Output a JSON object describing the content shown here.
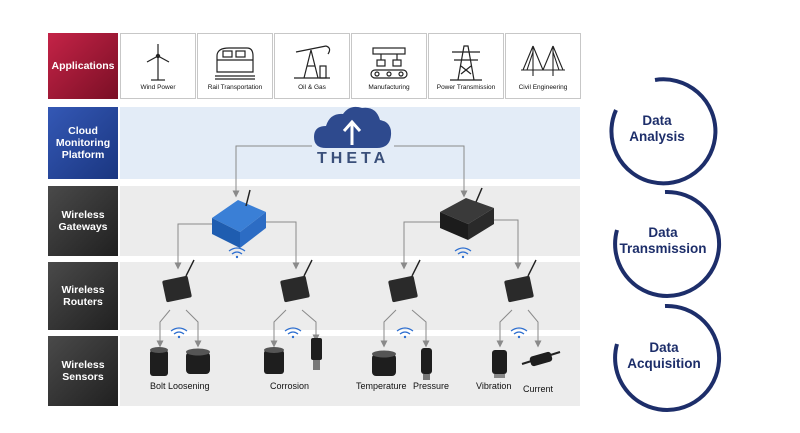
{
  "rows": {
    "applications": "Applications",
    "cloud": "Cloud Monitoring Platform",
    "gateways": "Wireless Gateways",
    "routers": "Wireless Routers",
    "sensors": "Wireless Sensors"
  },
  "applications": [
    {
      "label": "Wind Power",
      "icon": "wind-turbine-icon"
    },
    {
      "label": "Rail Transportation",
      "icon": "train-icon"
    },
    {
      "label": "Oil & Gas",
      "icon": "oil-pump-icon"
    },
    {
      "label": "Manufacturing",
      "icon": "factory-conveyor-icon"
    },
    {
      "label": "Power Transmission",
      "icon": "power-tower-icon"
    },
    {
      "label": "Civil Engineering",
      "icon": "bridge-icon"
    }
  ],
  "cloud": {
    "brand": "THETA"
  },
  "sensors": {
    "bolt": "Bolt Loosening",
    "corrosion": "Corrosion",
    "temperature": "Temperature",
    "pressure": "Pressure",
    "vibration": "Vibration",
    "current": "Current"
  },
  "stages": {
    "analysis": "Data Analysis",
    "transmission": "Data Transmission",
    "acquisition": "Data Acquisition"
  },
  "colors": {
    "app_label": "#9e1a35",
    "cloud_label": "#27459a",
    "dark_label": "#3a3a3a",
    "cloud_bg": "#e3ecf7",
    "row_bg": "#ececec",
    "circle": "#1d2e6a"
  }
}
